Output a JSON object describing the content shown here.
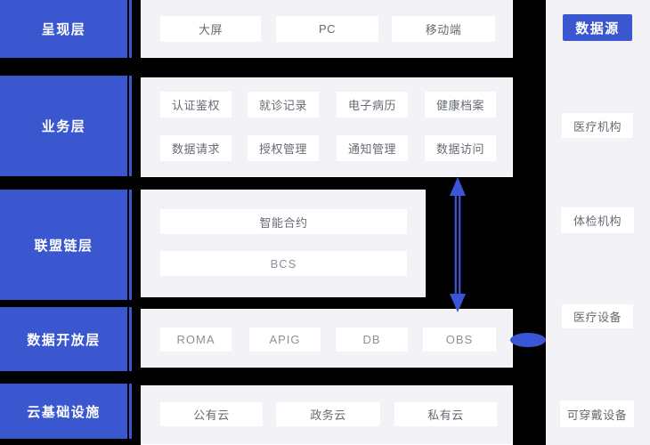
{
  "colors": {
    "background": "#000000",
    "accent_blue": "#3a57d0",
    "panel_gray": "#f3f3f7",
    "box_white": "#ffffff",
    "box_text_gray": "#666b73",
    "latin_text_gray": "#8b9099"
  },
  "layers": [
    {
      "label": "呈现层",
      "items": [
        "大屏",
        "PC",
        "移动端"
      ]
    },
    {
      "label": "业务层",
      "row1": [
        "认证鉴权",
        "就诊记录",
        "电子病历",
        "健康档案"
      ],
      "row2": [
        "数据请求",
        "授权管理",
        "通知管理",
        "数据访问"
      ]
    },
    {
      "label": "联盟链层",
      "items": [
        "智能合约",
        "BCS"
      ]
    },
    {
      "label": "数据开放层",
      "items": [
        "ROMA",
        "APIG",
        "DB",
        "OBS"
      ]
    },
    {
      "label": "云基础设施",
      "items": [
        "公有云",
        "政务云",
        "私有云"
      ]
    }
  ],
  "right_column": {
    "title": "数据源",
    "items": [
      "医疗机构",
      "体检机构",
      "医疗设备",
      "可穿戴设备"
    ]
  }
}
